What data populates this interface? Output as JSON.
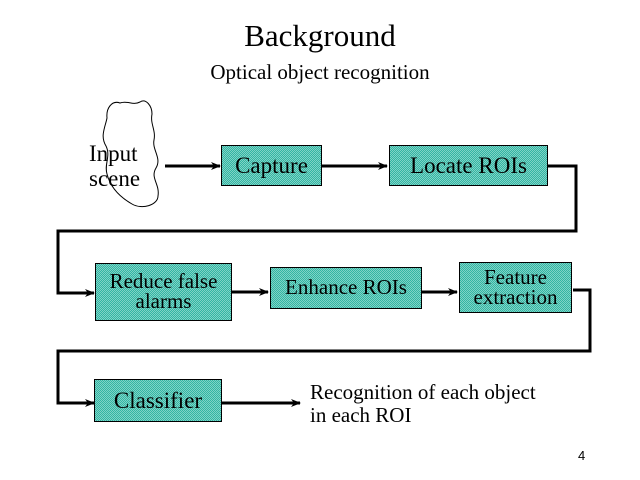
{
  "slide": {
    "title": "Background",
    "subtitle": "Optical object recognition",
    "page_number": "4"
  },
  "diagram": {
    "input": {
      "line1": "Input",
      "line2": "scene"
    },
    "boxes": {
      "capture": "Capture",
      "locate": "Locate ROIs",
      "reduce_line1": "Reduce false",
      "reduce_line2": "alarms",
      "enhance": "Enhance ROIs",
      "feature_line1": "Feature",
      "feature_line2": "extraction",
      "classifier": "Classifier"
    },
    "output": {
      "line1": "Recognition of each object",
      "line2": "in each ROI"
    },
    "colors": {
      "box_fill_dark": "#33b5a3",
      "box_fill_light": "#7fd3c6",
      "line": "#000000"
    }
  }
}
